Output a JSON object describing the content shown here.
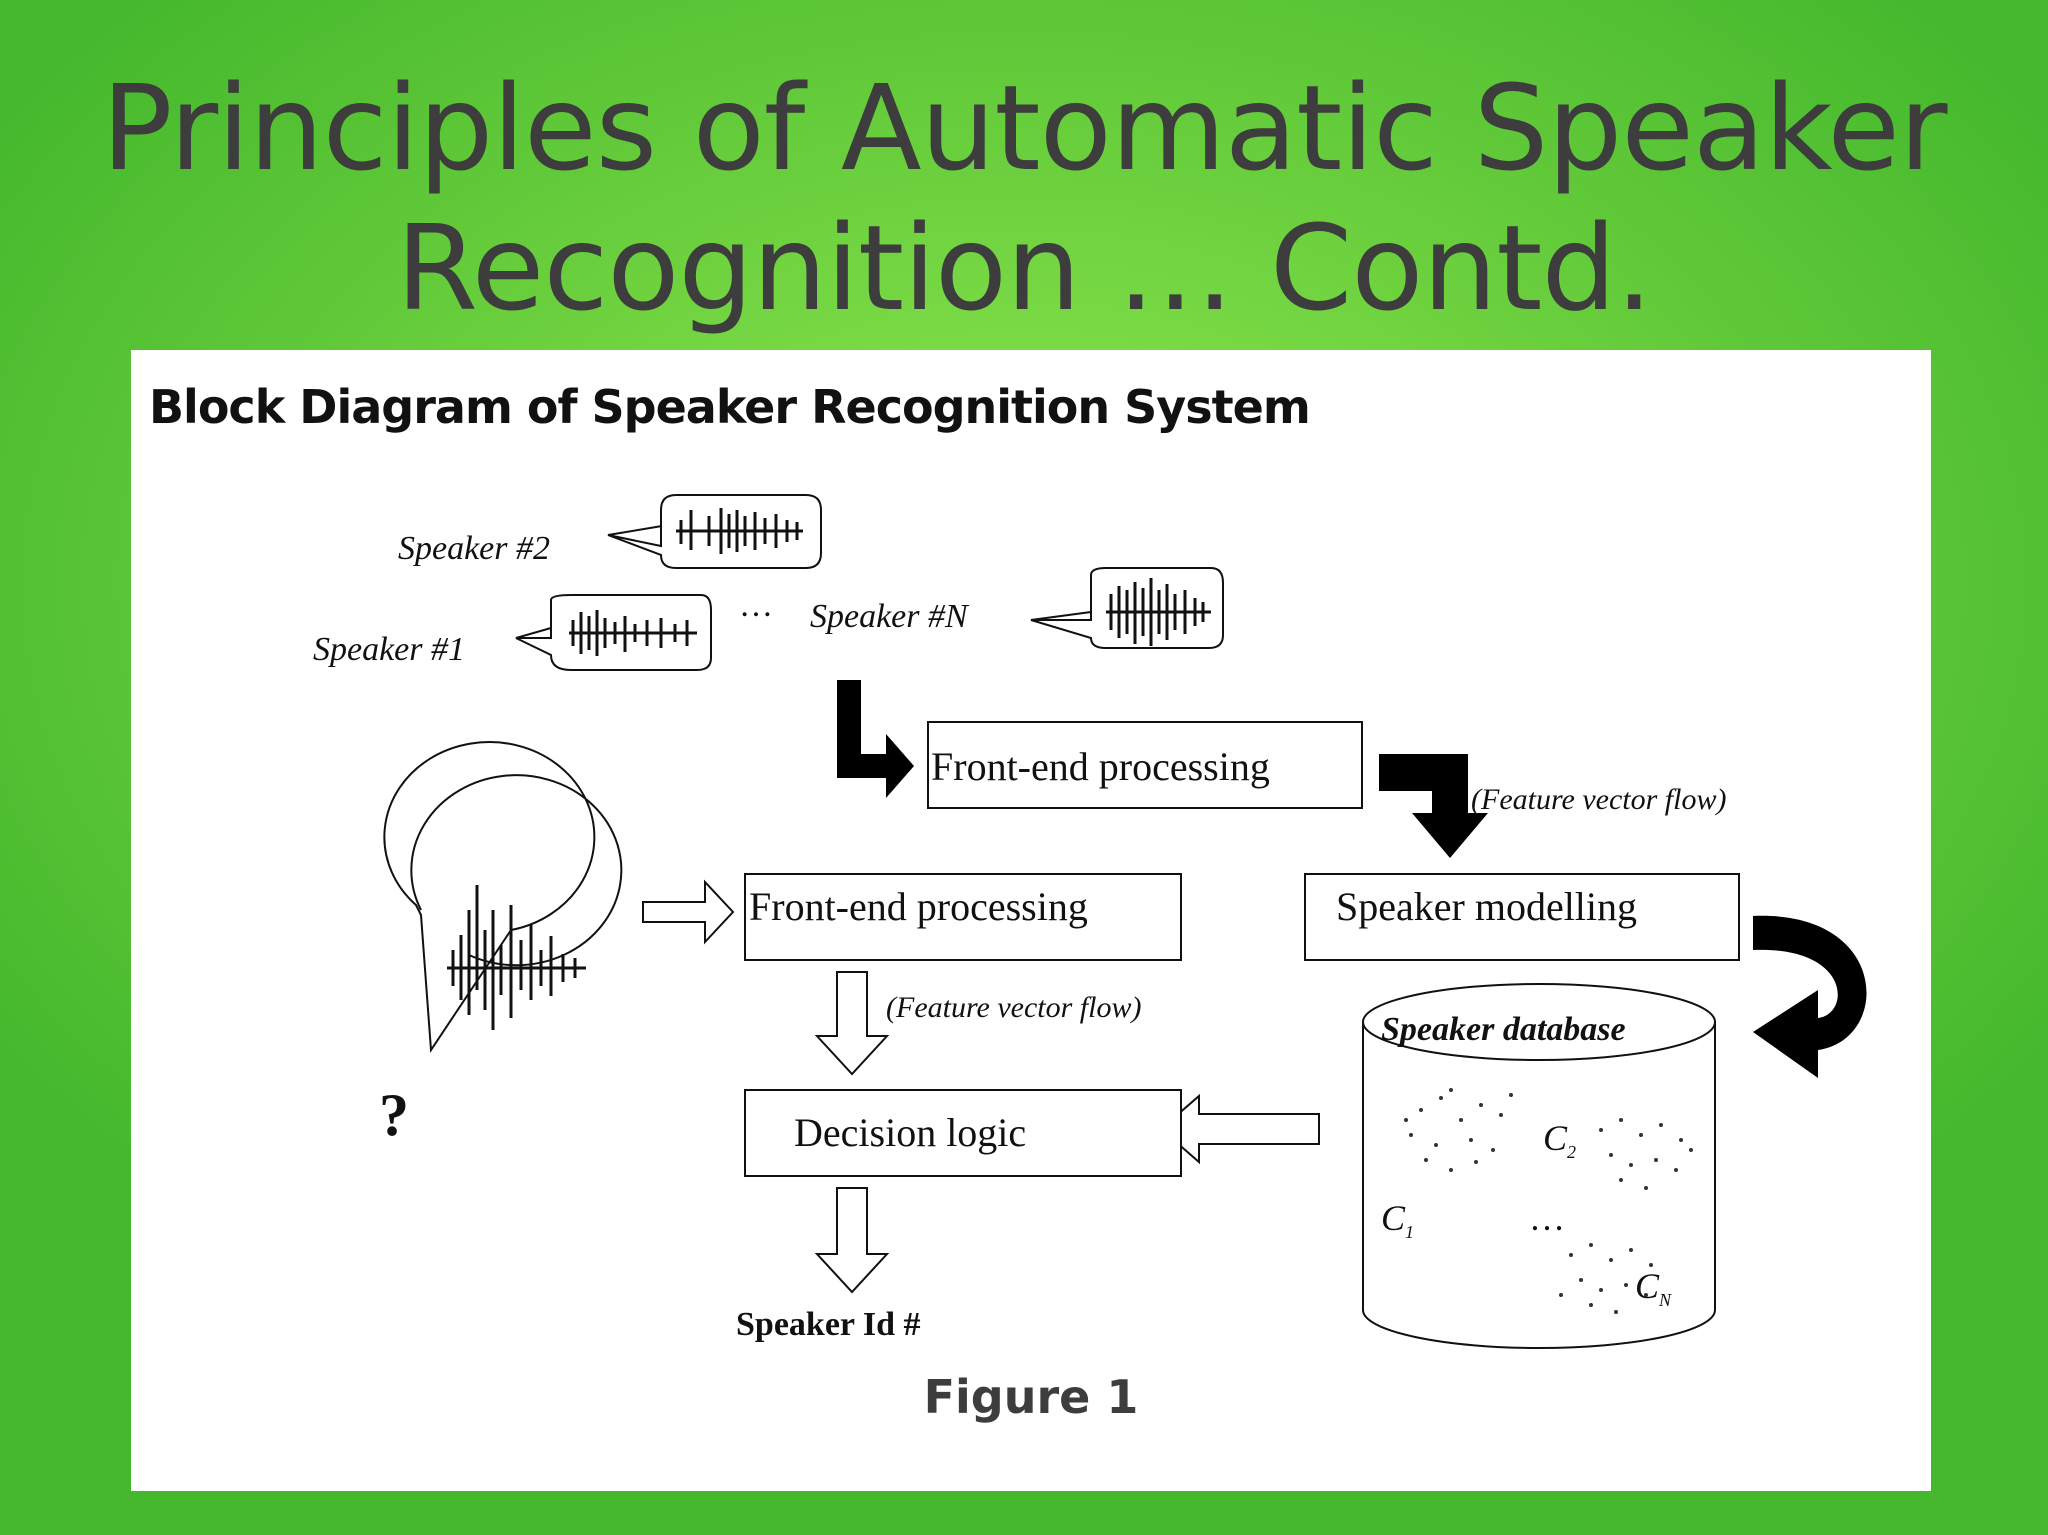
{
  "slide": {
    "title_line1": "Principles of Automatic Speaker",
    "title_line2": "Recognition … Contd.",
    "panel_title": "Block Diagram of Speaker Recognition System",
    "caption": "Figure 1"
  },
  "diagram": {
    "speakers": {
      "s2": "Speaker #2",
      "s1": "Speaker #1",
      "ellipsis": "…",
      "sN": "Speaker #N"
    },
    "blocks": {
      "frontend_top": "Front-end processing",
      "frontend_bottom": "Front-end processing",
      "speaker_modelling": "Speaker modelling",
      "decision_logic": "Decision logic"
    },
    "flows": {
      "top": "(Feature vector flow)",
      "bottom": "(Feature vector flow)"
    },
    "database": {
      "title": "Speaker database",
      "c1": "C",
      "c1_sub": "1",
      "c2": "C",
      "c2_sub": "2",
      "cn": "C",
      "cn_sub": "N",
      "dots": "…"
    },
    "unknown": "?",
    "output": "Speaker Id #"
  },
  "colors": {
    "title_text": "#3d3d3d",
    "background_green": "#6fd23f",
    "panel": "#ffffff",
    "ink": "#111111"
  }
}
